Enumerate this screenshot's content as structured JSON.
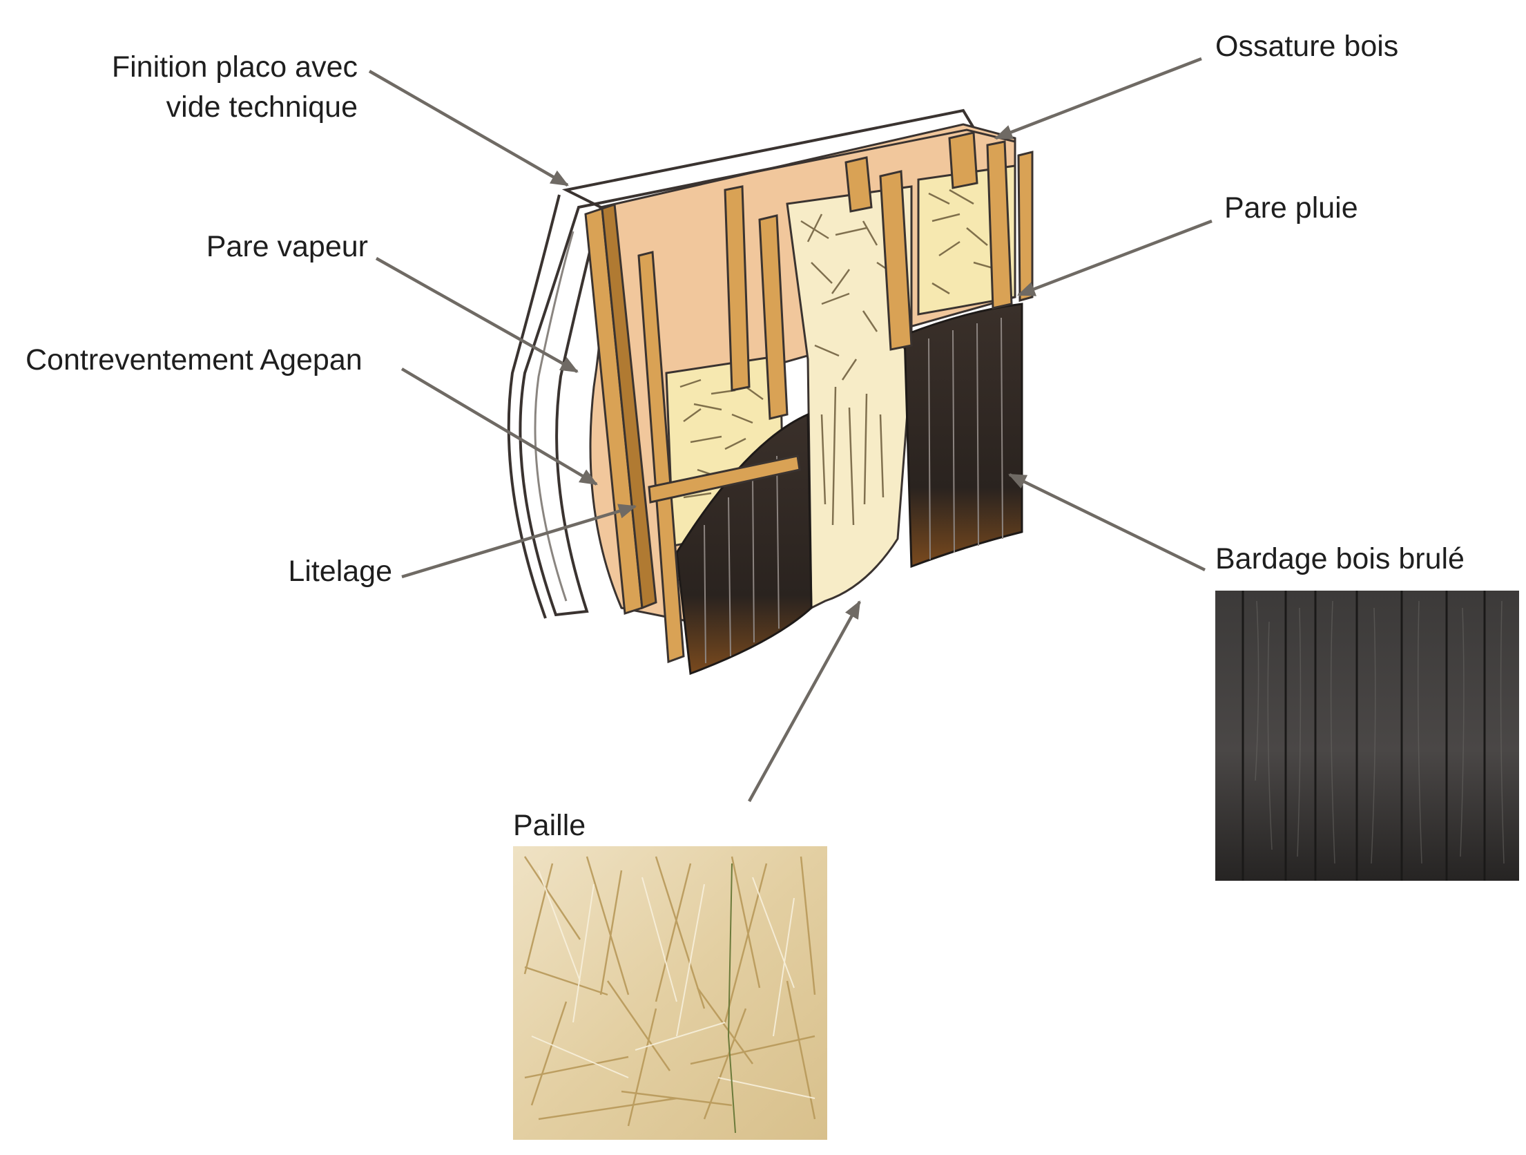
{
  "labels": {
    "finition_line1": "Finition placo avec",
    "finition_line2": "vide technique",
    "pare_vapeur": "Pare vapeur",
    "contreventement": "Contreventement Agepan",
    "litelage": "Litelage",
    "ossature": "Ossature bois",
    "pare_pluie": "Pare pluie",
    "bardage": "Bardage bois brulé",
    "paille": "Paille"
  },
  "colors": {
    "text": "#1e1e1e",
    "arrow": "#6f6a64",
    "wood": "#d9a255",
    "wood_dark": "#b07a32",
    "panel": "#f1c79c",
    "straw": "#f6e8b0",
    "charred": "#2b2622",
    "outline": "#3a3330"
  },
  "icons": [
    "wall-section-sketch",
    "burnt-wood-swatch",
    "straw-swatch"
  ]
}
